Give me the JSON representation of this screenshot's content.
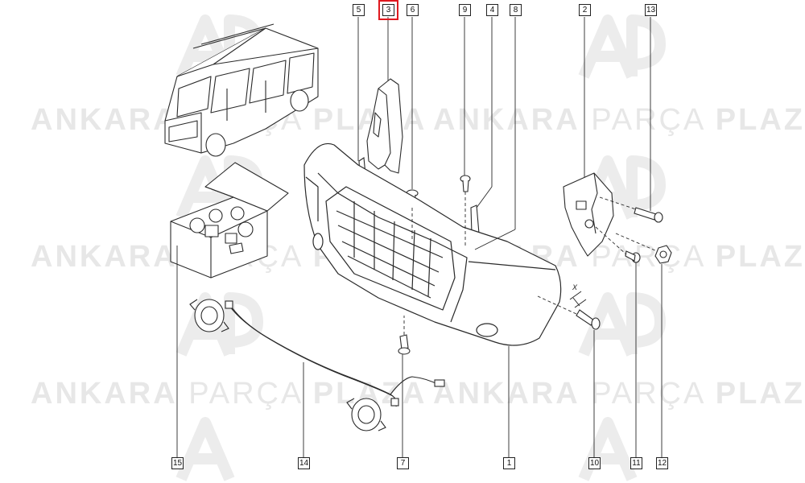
{
  "watermark": {
    "word1": "ANKARA",
    "word2": "PARÇA",
    "word3": "PLAZA",
    "logo_text": "AP"
  },
  "colors": {
    "line": "#2a2a2a",
    "watermark": "#e7e7e7",
    "highlight": "#e0191f"
  },
  "callouts": {
    "c1": "1",
    "c2": "2",
    "c3": "3",
    "c4": "4",
    "c5": "5",
    "c6": "6",
    "c7": "7",
    "c8": "8",
    "c9": "9",
    "c10": "10",
    "c11": "11",
    "c12": "12",
    "c13": "13",
    "c14": "14",
    "c15": "15"
  },
  "highlighted_callout": "3",
  "dimension_label": "X"
}
